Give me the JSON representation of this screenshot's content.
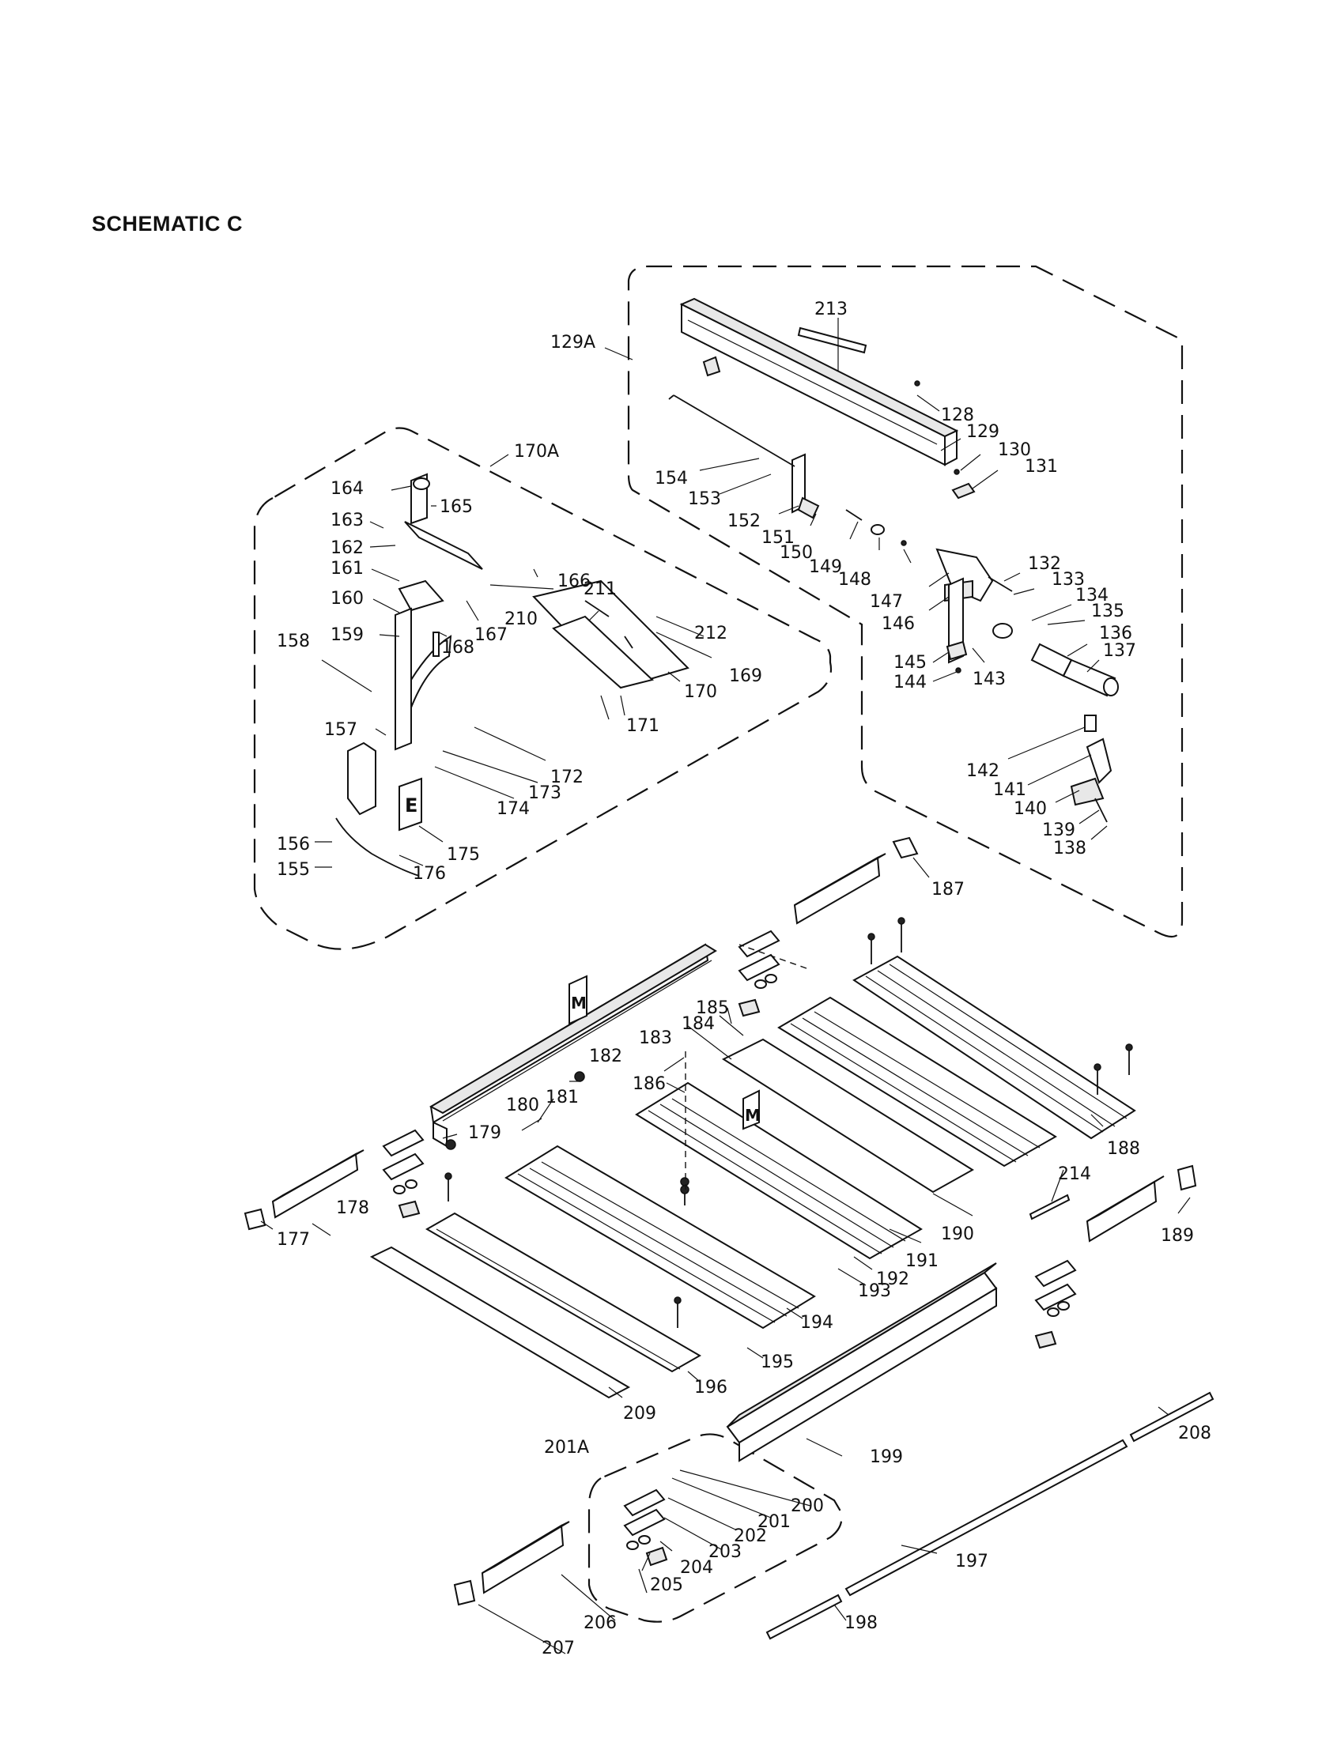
{
  "title": "SCHEMATIC C",
  "parts": [
    "128",
    "129",
    "129A",
    "130",
    "131",
    "132",
    "133",
    "134",
    "135",
    "136",
    "137",
    "138",
    "139",
    "140",
    "141",
    "142",
    "143",
    "144",
    "145",
    "146",
    "147",
    "148",
    "149",
    "150",
    "151",
    "152",
    "153",
    "154",
    "155",
    "156",
    "157",
    "158",
    "159",
    "160",
    "161",
    "162",
    "163",
    "164",
    "165",
    "166",
    "167",
    "168",
    "169",
    "170",
    "170A",
    "171",
    "172",
    "173",
    "174",
    "175",
    "176",
    "177",
    "178",
    "179",
    "180",
    "181",
    "182",
    "183",
    "184",
    "185",
    "186",
    "187",
    "188",
    "189",
    "190",
    "191",
    "192",
    "193",
    "194",
    "195",
    "196",
    "197",
    "198",
    "199",
    "200",
    "201",
    "201A",
    "202",
    "203",
    "204",
    "205",
    "206",
    "207",
    "208",
    "209",
    "210",
    "211",
    "212",
    "213",
    "214"
  ]
}
